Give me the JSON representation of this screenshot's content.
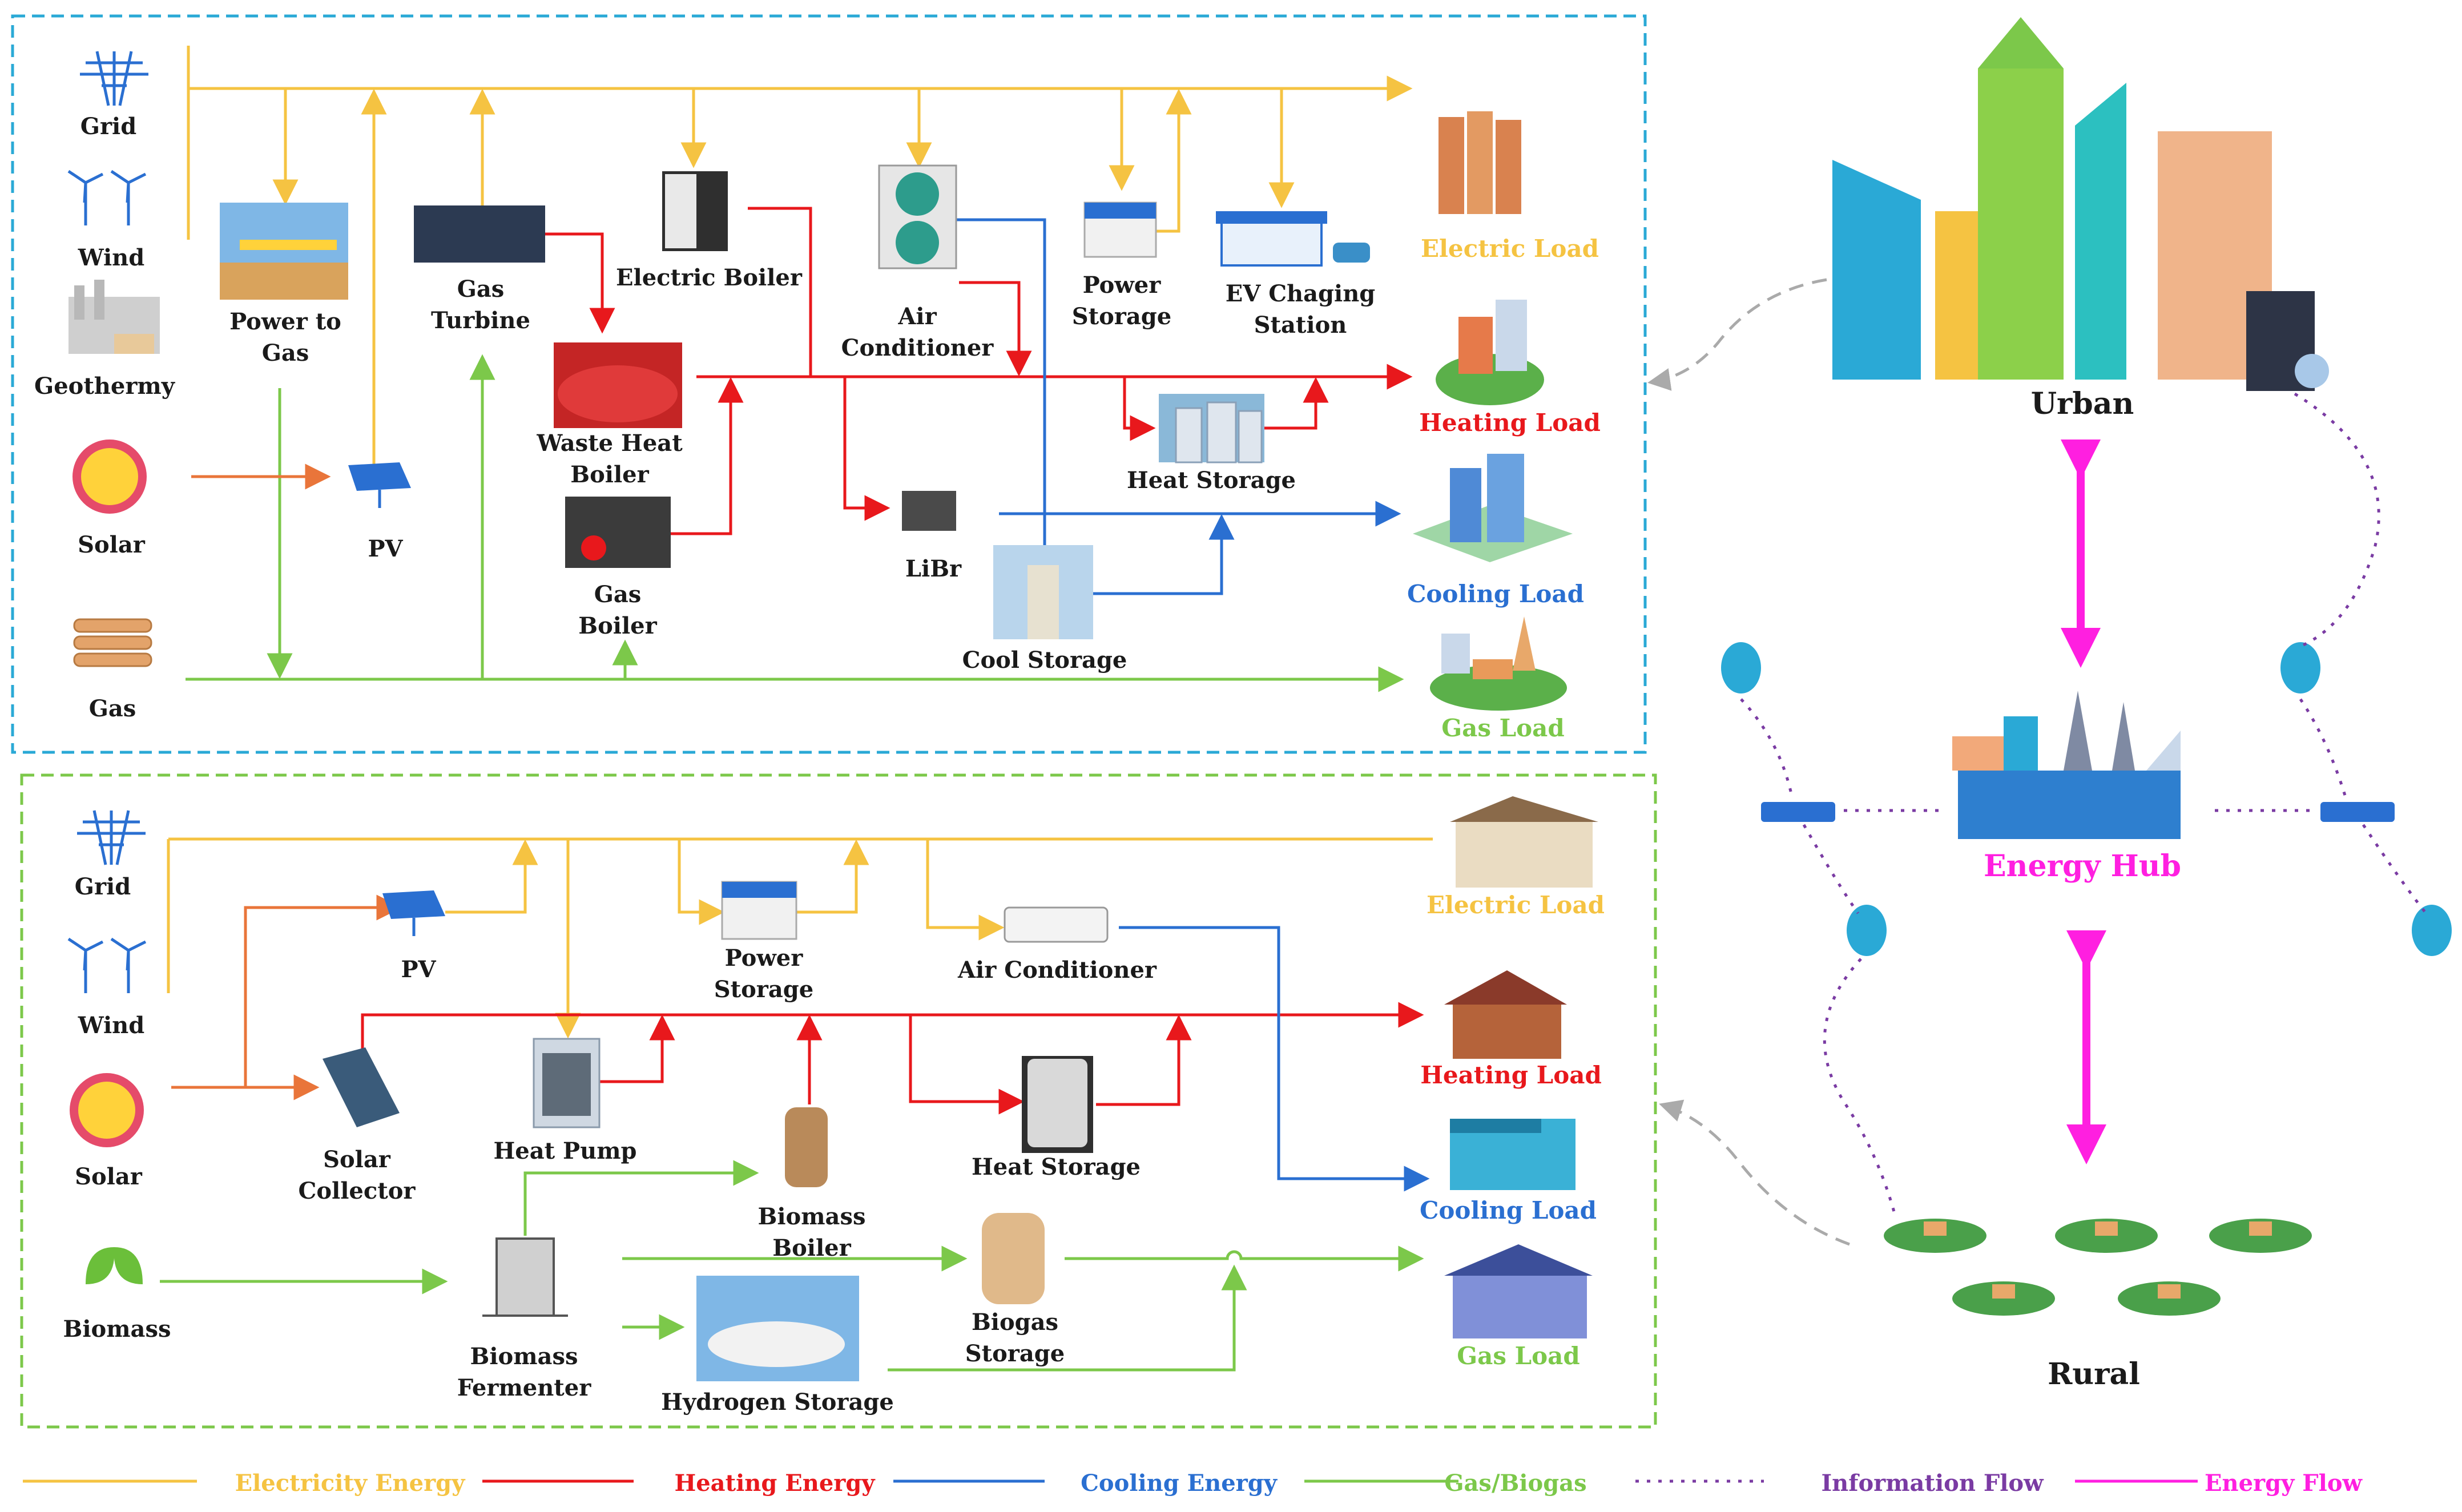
{
  "colors": {
    "electric": "#f5c342",
    "heating": "#e8181c",
    "cooling": "#2a6fd1",
    "gas": "#7cc84a",
    "info": "#7a3ba3",
    "energy": "#ff1fe0",
    "hub": "#ff1fe0",
    "urban_box": "#2aa9d6",
    "rural_box": "#7cc84a",
    "heat_orange": "#e9753a"
  },
  "urban": {
    "sources": {
      "grid": "Grid",
      "wind": "Wind",
      "geo": "Geothermy",
      "solar": "Solar",
      "gas": "Gas"
    },
    "devices": {
      "p2g": [
        "Power to",
        "Gas"
      ],
      "pv": "PV",
      "turbine": [
        "Gas",
        "Turbine"
      ],
      "eboiler": "Electric Boiler",
      "whb": [
        "Waste Heat",
        "Boiler"
      ],
      "gboiler": [
        "Gas",
        "Boiler"
      ],
      "ac": [
        "Air",
        "Conditioner"
      ],
      "pstorage": [
        "Power",
        "Storage"
      ],
      "ev": [
        "EV Chaging",
        "Station"
      ],
      "hstorage": "Heat Storage",
      "libr": "LiBr",
      "cstorage": "Cool Storage"
    },
    "loads": {
      "elec": "Electric Load",
      "heat": "Heating Load",
      "cool": "Cooling Load",
      "gas": "Gas Load"
    }
  },
  "rural": {
    "sources": {
      "grid": "Grid",
      "wind": "Wind",
      "solar": "Solar",
      "biomass": "Biomass"
    },
    "devices": {
      "pv": "PV",
      "pstorage": [
        "Power",
        "Storage"
      ],
      "ac": "Air Conditioner",
      "collector": [
        "Solar",
        "Collector"
      ],
      "hpump": "Heat Pump",
      "hstorage": "Heat Storage",
      "bboiler": [
        "Biomass",
        "Boiler"
      ],
      "fermenter": [
        "Biomass",
        "Fermenter"
      ],
      "h2": "Hydrogen Storage",
      "biogas": [
        "Biogas",
        "Storage"
      ]
    },
    "loads": {
      "elec": "Electric Load",
      "heat": "Heating Load",
      "cool": "Cooling Load",
      "gas": "Gas Load"
    }
  },
  "right": {
    "urban": "Urban",
    "hub": "Energy Hub",
    "rural": "Rural"
  },
  "legend": {
    "electric": "Electricity Energy",
    "heating": "Heating Energy",
    "cooling": "Cooling Energy",
    "gas": "Gas/Biogas",
    "info": "Information Flow",
    "energy": "Energy Flow"
  }
}
